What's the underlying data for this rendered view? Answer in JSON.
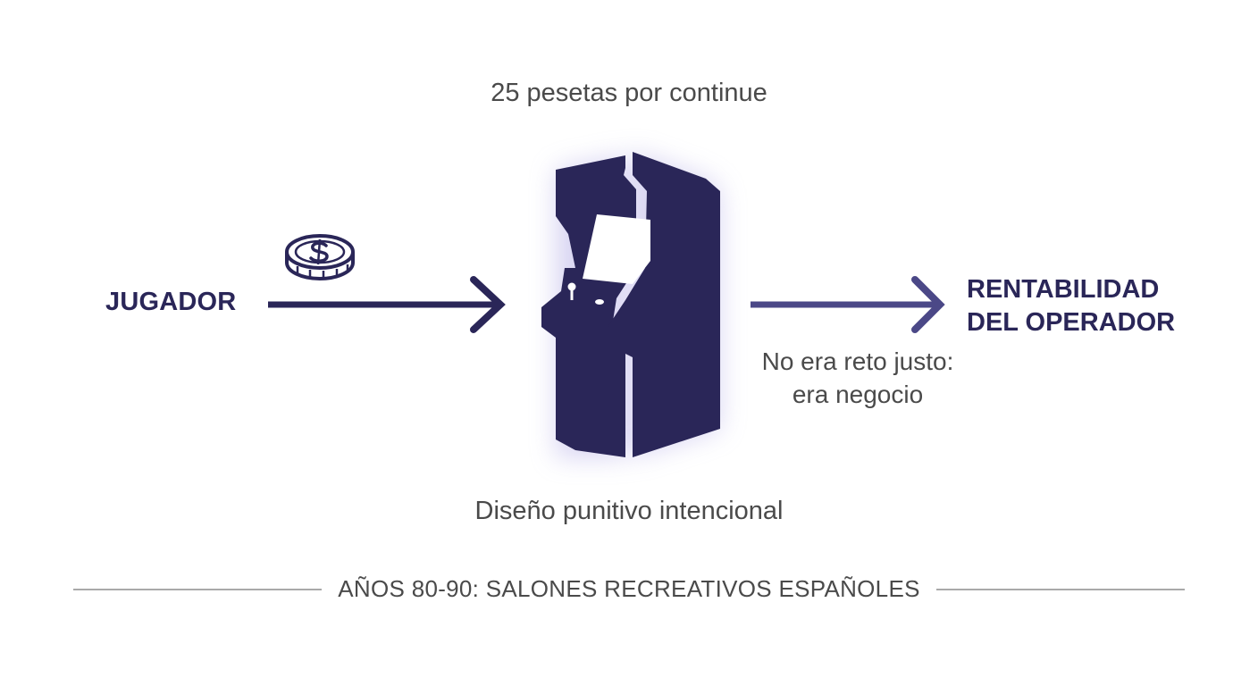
{
  "top_label": "25 pesetas por continue",
  "player_label": "JUGADOR",
  "operator_label": {
    "line1": "RENTABILIDAD",
    "line2": "DEL OPERADOR"
  },
  "note_label": {
    "line1": "No era reto justo:",
    "line2": "era negocio"
  },
  "bottom_label": "Diseño punitivo intencional",
  "footer_label": "AÑOS 80-90: SALONES RECREATIVOS ESPAÑOLES",
  "icons": {
    "coin": "coin-icon",
    "arcade": "arcade-cabinet-icon"
  },
  "colors": {
    "primary": "#2a2658",
    "arrow_right": "#4b4887",
    "text": "#4a4a4a",
    "glow": "#b9b3e8"
  }
}
